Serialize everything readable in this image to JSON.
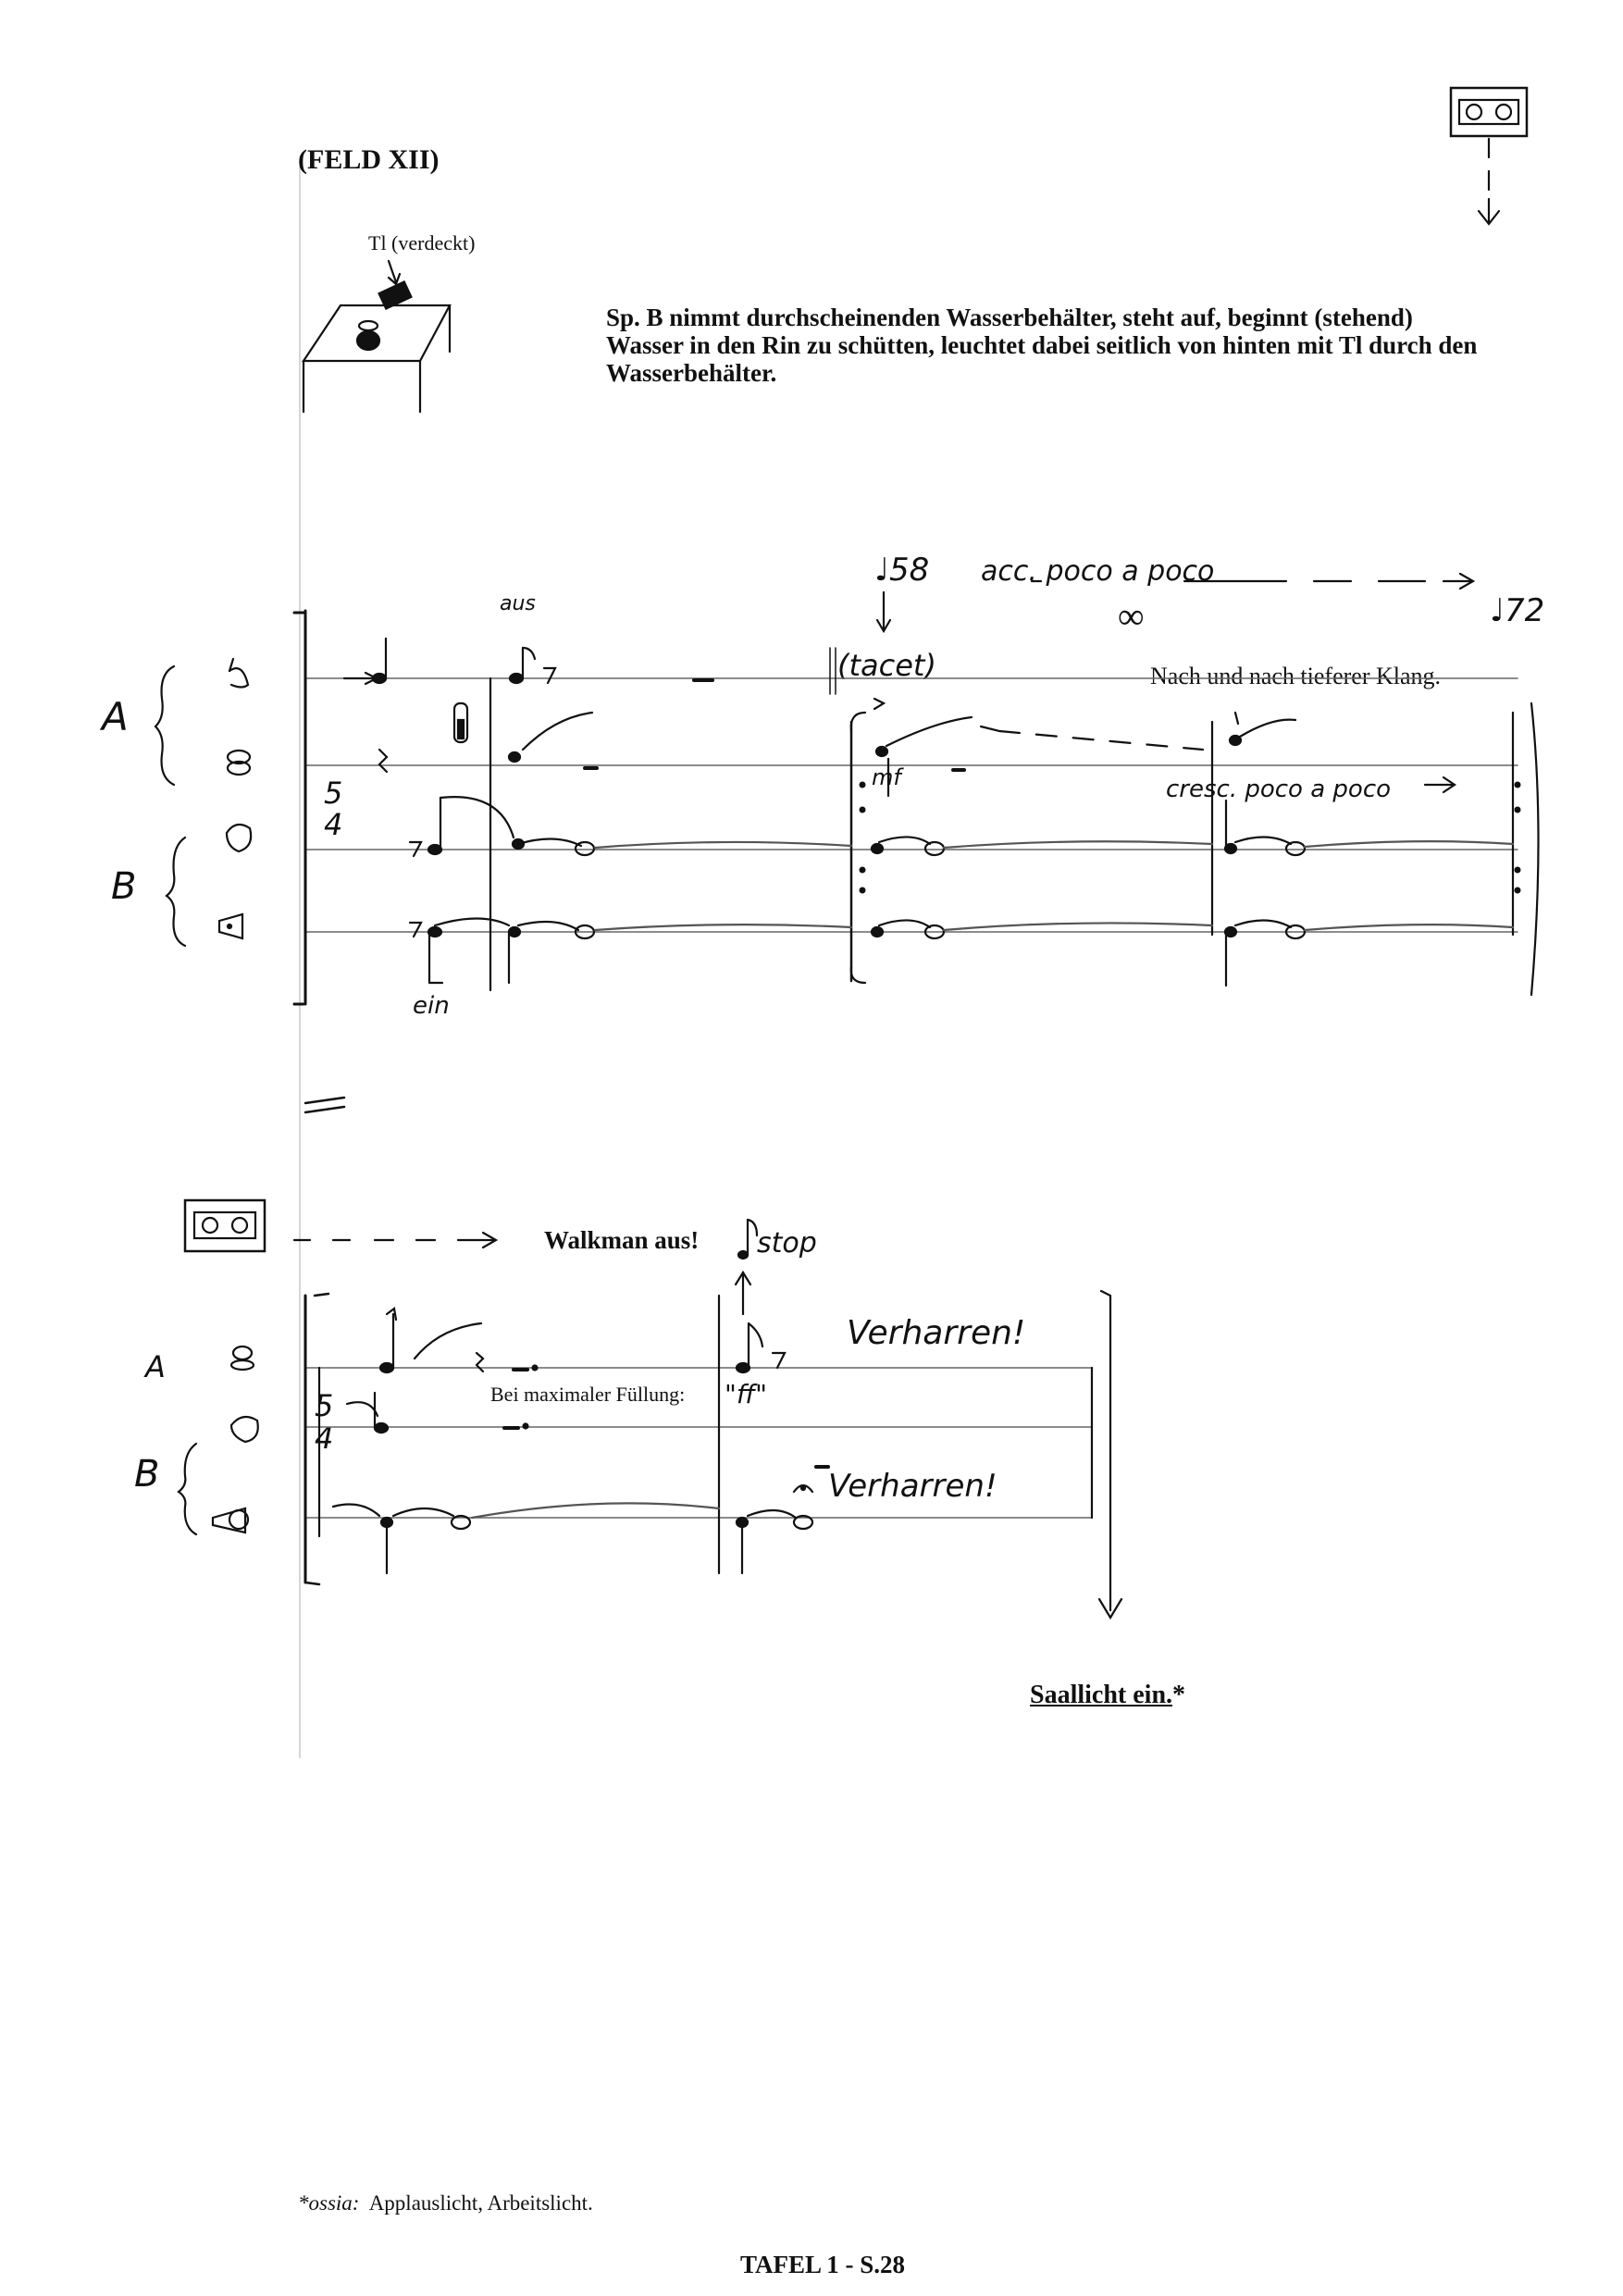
{
  "header": {
    "title": "(FELD XII)"
  },
  "icons": {
    "walkman": "cassette-icon",
    "table": "table-icon"
  },
  "labels": {
    "tl_covered": "Tl (verdeckt)",
    "instruction": "Sp. B nimmt durchscheinenden Wasserbehälter, steht auf, beginnt (stehend) Wasser in den Rin zu schütten, leuchtet dabei seitlich von hinten mit Tl durch den Wasserbehälter.",
    "tempo_start": "58",
    "tempo_text": "acc. poco a poco",
    "tempo_end": "72",
    "infinity": "∞",
    "aus": "aus",
    "ein": "ein",
    "tacet": "(tacet)",
    "deeper_sound": "Nach und nach tieferer Klang.",
    "mf": "mf",
    "cresc": "cresc. poco a poco",
    "group_a": "A",
    "group_b": "B",
    "time_sig_top": "5",
    "time_sig_bottom": "4",
    "walkman_off": "Walkman aus!",
    "stop": "stop",
    "hold_1": "Verharren!",
    "hold_2": "Verharren!",
    "max_fill": "Bei maximaler Füllung:",
    "ff": "\"ff\"",
    "hall_light": "Saallicht ein.",
    "asterisk": "*",
    "footnote_ossia": "*ossia:",
    "footnote_text": "Applauslicht, Arbeitslicht.",
    "page_label": "TAFEL 1 -",
    "page_number": "S.28"
  }
}
